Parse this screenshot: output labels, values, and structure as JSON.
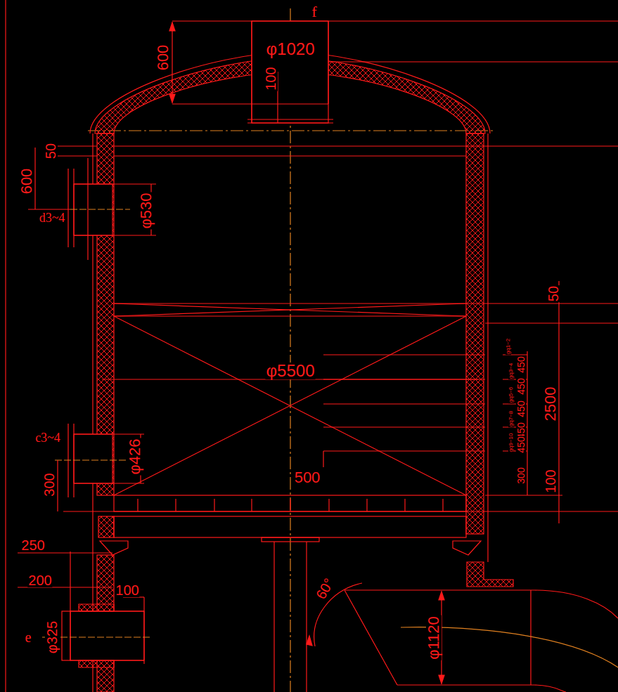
{
  "diagram": {
    "labels": [
      "f",
      "600",
      "φ1020",
      "100",
      "50",
      "600",
      "d3~4",
      "φ530",
      "50",
      "φ5500",
      "2500",
      "gq1~2",
      "gq3~4",
      "gq5~6",
      "gq7~8",
      "gq9~10",
      "450",
      "450",
      "450",
      "450",
      "450",
      "300",
      "100",
      "c3~4",
      "φ426",
      "300",
      "500",
      "250",
      "200",
      "100",
      "e",
      "φ325",
      "60°",
      "φ1120"
    ]
  }
}
